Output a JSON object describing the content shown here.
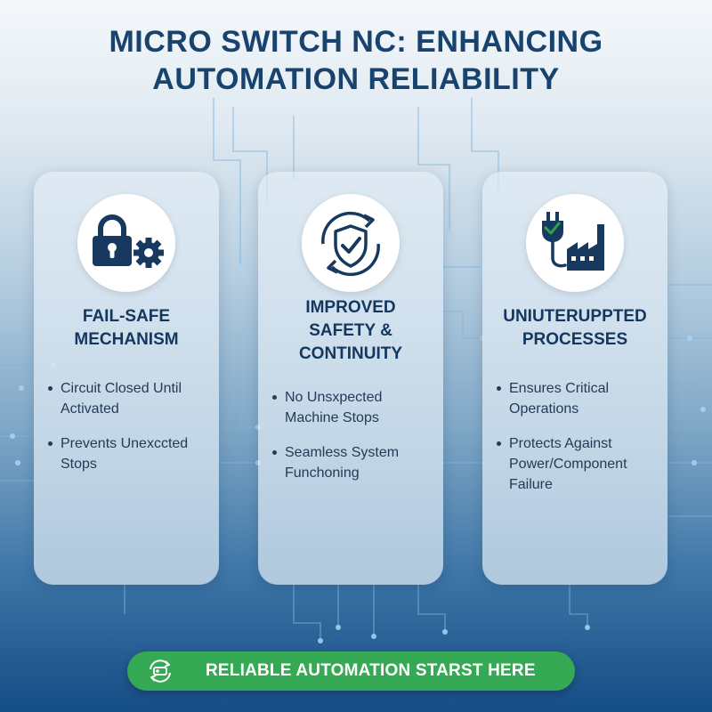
{
  "title": {
    "line1": "MICRO SWITCH NC: ENHANCING",
    "line2": "AUTOMATION RELIABILITY"
  },
  "colors": {
    "title": "#17436e",
    "icon_navy": "#17395f",
    "cta_green": "#35a953",
    "check_green": "#2fa14a"
  },
  "cards": [
    {
      "icon": "lock-gear-icon",
      "title_lines": [
        "FAIL-SAFE",
        "MECHANISM"
      ],
      "bullets": [
        "Circuit Closed Until Activated",
        "Prevents Unexccted Stops"
      ]
    },
    {
      "icon": "shield-check-cycle-icon",
      "title_lines": [
        "IMPROVED",
        "SAFETY &",
        "CONTINUITY"
      ],
      "bullets": [
        "No Unsxpected Machine Stops",
        "Seamless System Funchoning"
      ]
    },
    {
      "icon": "plug-factory-icon",
      "title_lines": [
        "UNIUTERUPPTED",
        "PROCESSES"
      ],
      "bullets": [
        "Ensures Critical Operations",
        "Protects Against Power/Component Failure"
      ]
    }
  ],
  "cta": {
    "icon": "switch-cycle-icon",
    "label": "RELIABLE AUTOMATION STARST HERE"
  }
}
